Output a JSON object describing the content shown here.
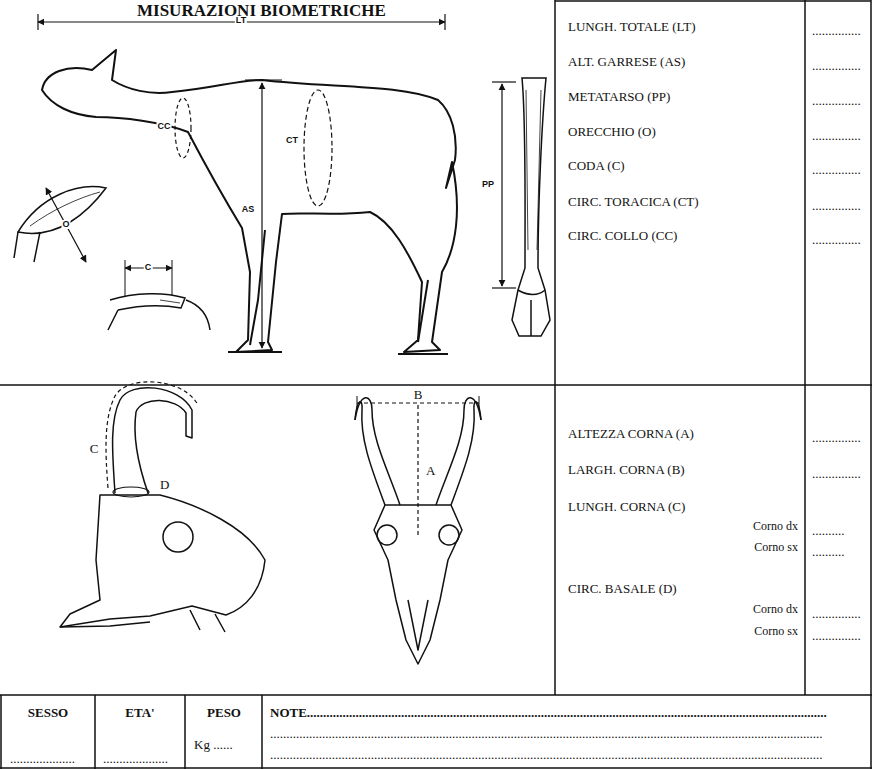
{
  "diagram": {
    "title": "MISURAZIONI BIOMETRICHE",
    "labels": [
      "LT",
      "CC",
      "CT",
      "AS",
      "PP",
      "O",
      "C",
      "LUNGH. TOTALE (LT)",
      "...............",
      "ALT. GARRESE (AS)",
      "...............",
      "METATARSO (PP)",
      "...............",
      "ORECCHIO (O)",
      "...............",
      "CODA (C)",
      "...............",
      "CIRC. TORACICA (CT)",
      "...............",
      "CIRC. COLLO (CC)",
      "...............",
      "B",
      "A",
      "C",
      "D",
      "ALTEZZA CORNA (A)",
      "...............",
      "LARGH. CORNA (B)",
      "...............",
      "LUNGH. CORNA (C)",
      "Corno dx",
      "..........",
      "Corno sx",
      "..........",
      "CIRC. BASALE (D)",
      "Corno dx",
      "...............",
      "Corno sx",
      "...............",
      "SESSO",
      "ETA'",
      "PESO",
      "NOTE................................................................................................................................................................",
      "....................",
      "....................",
      "Kg ......",
      "..........................................................................................................................................................................",
      ".........................................................................................................................................................................."
    ]
  }
}
